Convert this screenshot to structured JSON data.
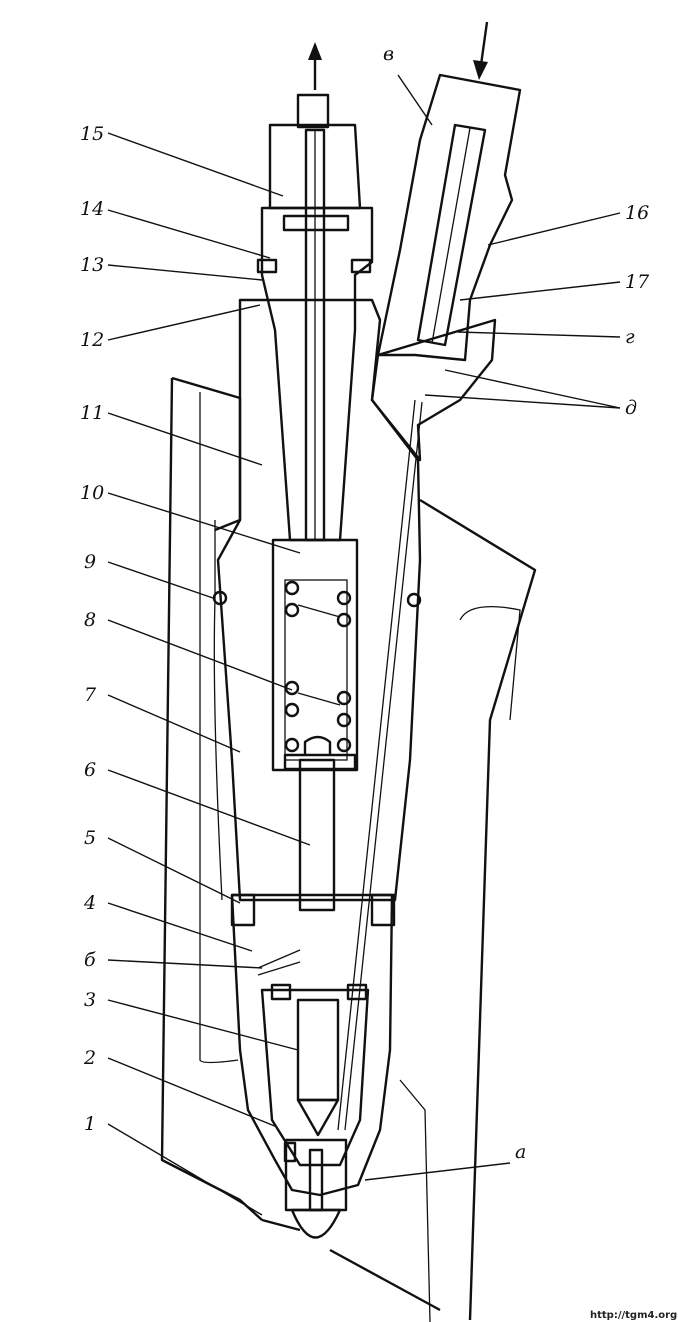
{
  "labels": {
    "l15": "15",
    "l14": "14",
    "l13": "13",
    "l12": "12",
    "l11": "11",
    "l10": "10",
    "l9": "9",
    "l8": "8",
    "l7": "7",
    "l6": "6",
    "l5": "5",
    "l4": "4",
    "lb": "б",
    "l3": "3",
    "l2": "2",
    "l1": "1",
    "lv": "в",
    "l16": "16",
    "l17": "17",
    "lg": "г",
    "ld": "д",
    "la": "а"
  },
  "watermark": "http://tgm4.org",
  "colors": {
    "ink": "#111111",
    "paper": "#ffffff",
    "hatch": "#222222"
  },
  "icons": {
    "outlet": "arrow-up-icon",
    "inlet": "arrow-down-icon"
  }
}
